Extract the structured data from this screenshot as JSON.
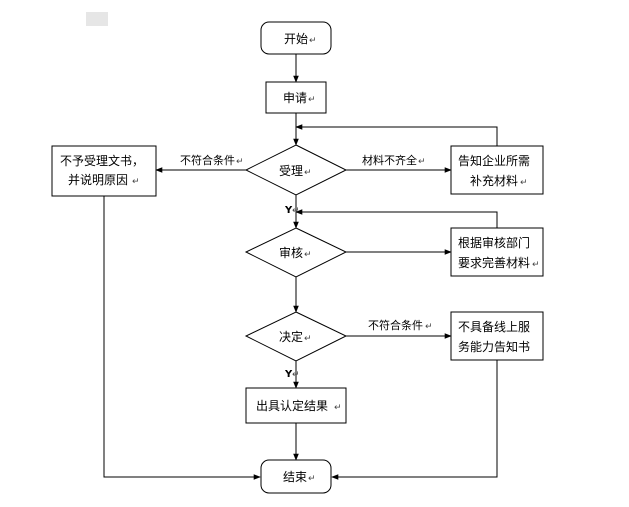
{
  "nodes": {
    "start": "开始",
    "apply": "申请",
    "accept": "受理",
    "reject_left_line1": "不予受理文书，",
    "reject_left_line2": "并说明原因",
    "notify_line1": "告知企业所需",
    "notify_line2": "补充材料",
    "review": "审核",
    "improve_line1": "根据审核部门",
    "improve_line2": "要求完善材料",
    "decide": "决定",
    "incapable_line1": "不具备线上服",
    "incapable_line2": "务能力告知书",
    "issue": "出具认定结果",
    "end": "结束"
  },
  "edges": {
    "not_compliant_left": "不符合条件",
    "materials_incomplete": "材料不齐全",
    "not_compliant_right": "不符合条件",
    "yes_after_accept": "Y",
    "yes_after_decide": "Y"
  },
  "colors": {
    "stroke": "#000000",
    "fill": "#ffffff",
    "corner_mark": "#e6e6e6"
  },
  "paragraph_mark": "↵"
}
